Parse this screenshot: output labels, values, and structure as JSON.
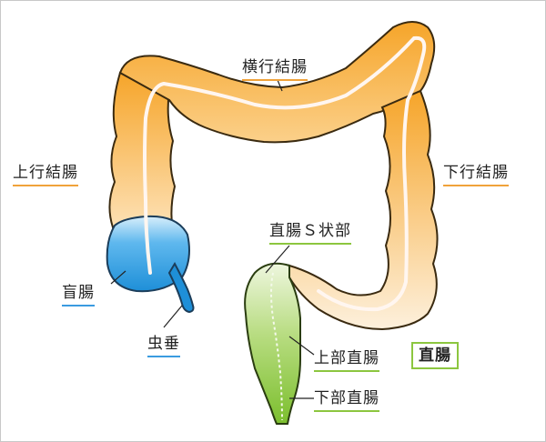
{
  "labels": {
    "transverse_colon": "横行結腸",
    "ascending_colon": "上行結腸",
    "descending_colon": "下行結腸",
    "rectosigmoid": "直腸Ｓ状部",
    "cecum": "盲腸",
    "appendix": "虫垂",
    "upper_rectum": "上部直腸",
    "lower_rectum": "下部直腸",
    "rectum_box": "直腸"
  },
  "colors": {
    "colon_dark": "#f5a623",
    "colon_light": "#fde8c8",
    "cecum_blue": "#3aa3e3",
    "rectum_green": "#8cc63f",
    "underline_orange": "#f0a23a",
    "underline_green": "#8cc63f",
    "underline_blue": "#3a9be0"
  }
}
